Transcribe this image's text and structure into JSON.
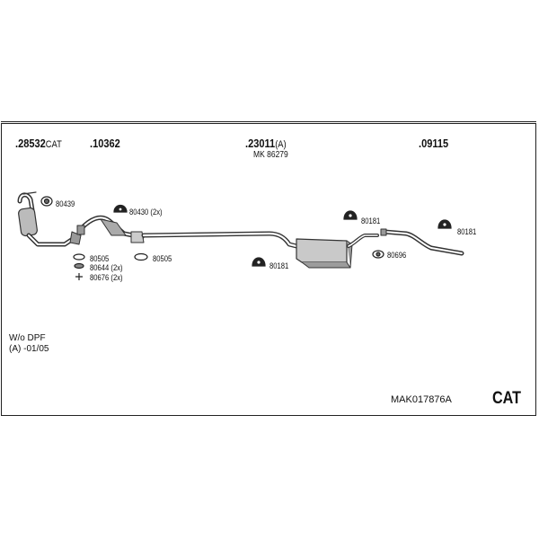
{
  "parts": {
    "p1": {
      "number": ".28532",
      "suffix": "CAT"
    },
    "p2": {
      "number": ".10362"
    },
    "p3": {
      "number": ".23011",
      "suffix": "(A)",
      "sub": "MK  86279"
    },
    "p4": {
      "number": ".09115"
    }
  },
  "refs": {
    "r80439": "80439",
    "r80430": "80430 (2x)",
    "r80505a": "80505",
    "r80505b": "80505",
    "r80644": "80644 (2x)",
    "r80676": "80676 (2x)",
    "r80181a": "80181",
    "r80181b": "80181",
    "r80181c": "80181",
    "r80696": "80696"
  },
  "notes": {
    "line1": "W/o DPF",
    "line2": "(A)  -01/05"
  },
  "footer": {
    "code": "MAK017876A",
    "type": "CAT"
  },
  "icons": [
    "clamp-icon",
    "gasket-icon",
    "rubber-hanger-icon",
    "flange-icon",
    "bolt-icon"
  ]
}
